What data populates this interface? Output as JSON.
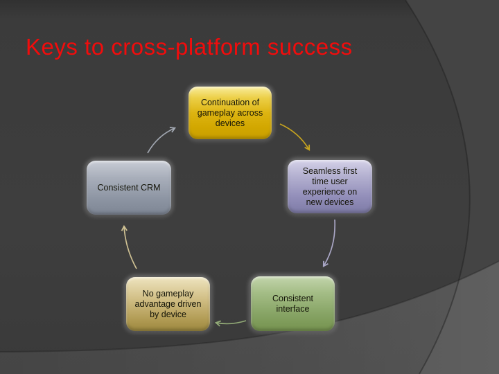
{
  "slide": {
    "title": "Keys to cross-platform success",
    "title_color": "#f20c0c",
    "background_color": "#3c3c3c",
    "swoosh_light_color": "#545454"
  },
  "cycle": {
    "type": "basic-cycle-diagram",
    "direction": "clockwise",
    "text_color": "#141408",
    "nodes": [
      {
        "label": "Continuation of gameplay across devices",
        "fill_top": "#f9ed9e",
        "fill_bottom": "#c89e00",
        "arrow_color": "#c7a41f"
      },
      {
        "label": "Seamless first time user experience on new devices",
        "fill_top": "#d4d1e8",
        "fill_bottom": "#7e7ba6",
        "arrow_color": "#aaa7c6"
      },
      {
        "label": "Consistent interface",
        "fill_top": "#c3d5ac",
        "fill_bottom": "#75924e",
        "arrow_color": "#92aa77"
      },
      {
        "label": "No gameplay advantage driven by device",
        "fill_top": "#eee4bf",
        "fill_bottom": "#9b873e",
        "arrow_color": "#cfc193"
      },
      {
        "label": "Consistent CRM",
        "fill_top": "#c8ccd5",
        "fill_bottom": "#7e8694",
        "arrow_color": "#a2a8b2"
      }
    ]
  }
}
